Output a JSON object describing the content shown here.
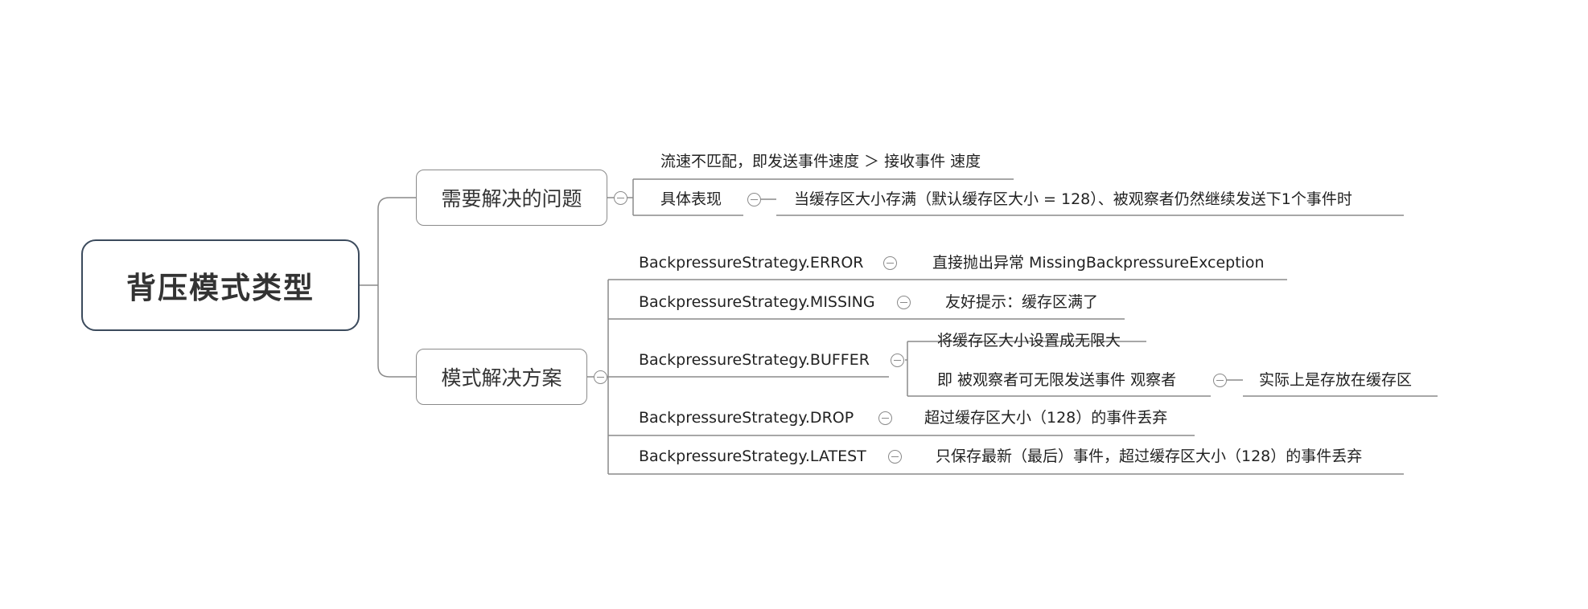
{
  "root": {
    "title": "背压模式类型"
  },
  "branches": [
    {
      "title": "需要解决的问题",
      "children": [
        {
          "text": "流速不匹配，即发送事件速度 ＞ 接收事件 速度"
        },
        {
          "text": "具体表现",
          "children": [
            {
              "text": "当缓存区大小存满（默认缓存区大小 = 128）、被观察者仍然继续发送下1个事件时"
            }
          ]
        }
      ]
    },
    {
      "title": "模式解决方案",
      "children": [
        {
          "text": "BackpressureStrategy.ERROR",
          "children": [
            {
              "text": "直接抛出异常 MissingBackpressureException"
            }
          ]
        },
        {
          "text": "BackpressureStrategy.MISSING",
          "children": [
            {
              "text": "友好提示：缓存区满了"
            }
          ]
        },
        {
          "text": "BackpressureStrategy.BUFFER",
          "children": [
            {
              "text": "将缓存区大小设置成无限大"
            },
            {
              "text": "即 被观察者可无限发送事件 观察者",
              "children": [
                {
                  "text": "实际上是存放在缓存区"
                }
              ]
            }
          ]
        },
        {
          "text": "BackpressureStrategy.DROP",
          "children": [
            {
              "text": "超过缓存区大小（128）的事件丢弃"
            }
          ]
        },
        {
          "text": "BackpressureStrategy.LATEST",
          "children": [
            {
              "text": "只保存最新（最后）事件，超过缓存区大小（128）的事件丢弃"
            }
          ]
        }
      ]
    }
  ]
}
